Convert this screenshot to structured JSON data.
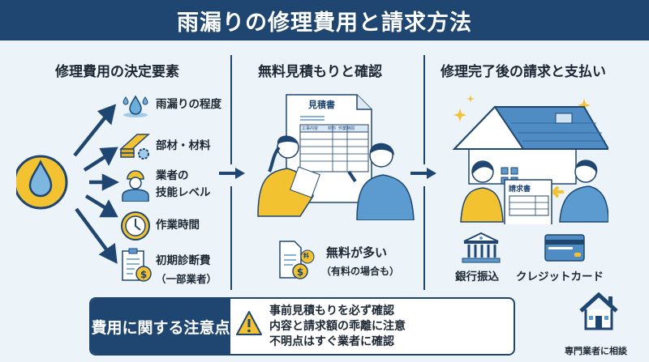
{
  "title": "雨漏りの修理費用と請求方法",
  "sections": {
    "factors": {
      "heading": "修理費用の決定要素",
      "items": [
        {
          "label": "雨漏りの程度",
          "icon": "water-drops-icon"
        },
        {
          "label": "部材・材料",
          "icon": "lumber-icon"
        },
        {
          "label_lines": [
            "業者の",
            "技能レベル"
          ],
          "icon": "worker-icon"
        },
        {
          "label": "作業時間",
          "icon": "clock-icon"
        },
        {
          "label_lines": [
            "初期診断費",
            "（一部業者）"
          ],
          "icon": "clipboard-fee-icon"
        }
      ]
    },
    "estimate": {
      "heading": "無料見積もりと確認",
      "document_title": "見積書",
      "table_headers": [
        "工事内容",
        "材料",
        "作業時間"
      ],
      "coin_label": "料",
      "note_main": "無料が多い",
      "note_sub": "（有料の場合も）"
    },
    "billing": {
      "heading": "修理完了後の請求と支払い",
      "invoice_title": "請求書",
      "payment_methods": [
        "銀行振込",
        "クレジットカード"
      ]
    }
  },
  "notes": {
    "heading": "費用に関する注意点",
    "lines": [
      "事前見積もりを必ず確認",
      "内容と請求額の乖離に注意",
      "不明点はすぐ業者に確認"
    ]
  },
  "consult_label": "専門業者に相談",
  "colors": {
    "navy": "#1f4670",
    "yellow": "#f2c230",
    "blue": "#5b9bd0",
    "background": "#edf4f9"
  }
}
